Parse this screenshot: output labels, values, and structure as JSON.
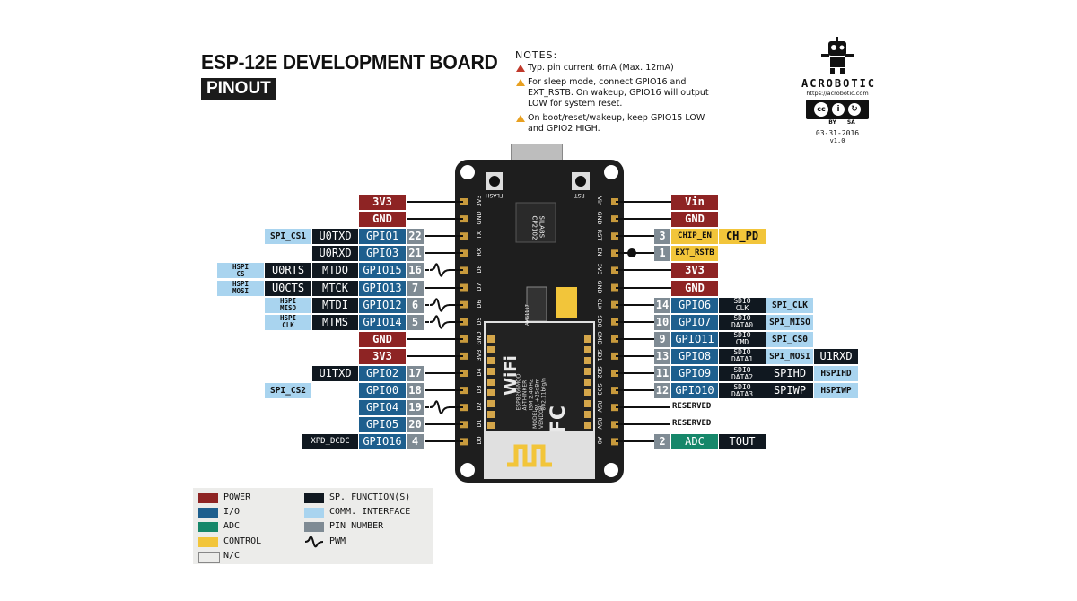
{
  "header": {
    "title": "ESP-12E DEVELOPMENT BOARD",
    "subtitle": "PINOUT"
  },
  "notes": {
    "heading": "NOTES:",
    "items": [
      "Typ. pin current 6mA (Max. 12mA)",
      "For sleep mode, connect GPIO16 and EXT_RSTB. On wakeup, GPIO16 will output LOW for system reset.",
      "On boot/reset/wakeup, keep GPIO15 LOW and GPIO2 HIGH."
    ]
  },
  "brand": {
    "name": "ACROBOTIC",
    "url": "https://acrobotic.com",
    "license": [
      "BY",
      "SA"
    ],
    "date": "03-31-2016",
    "version": "v1.0"
  },
  "board": {
    "usb_chip": [
      "SILABS",
      "CP2102"
    ],
    "buttons": [
      "FLASH",
      "RST"
    ],
    "module_text": [
      "ESP8266MOD",
      "AI-THINKER",
      "ISM 2.4GHz",
      "PA +25dBm",
      "802.11b/g/n"
    ],
    "wifi": "WiFi",
    "fcc": "FC",
    "model_vendor": [
      "MODEL",
      "VENDOR"
    ],
    "regulator": "AMS1117",
    "left_silk": [
      "3V3",
      "GND",
      "TX",
      "RX",
      "D8",
      "D7",
      "D6",
      "D5",
      "GND",
      "3V3",
      "D4",
      "D3",
      "D2",
      "D1",
      "D0"
    ],
    "right_silk": [
      "Vin",
      "GND",
      "RST",
      "EN",
      "3V3",
      "GND",
      "CLK",
      "SD0",
      "CMD",
      "SD1",
      "SD2",
      "SD3",
      "RSV",
      "RSV",
      "A0"
    ]
  },
  "left_rows": [
    {
      "power": "3V3"
    },
    {
      "power": "GND"
    },
    {
      "comm": "SPI_CS1",
      "sp": "U0TXD",
      "io": "GPIO1",
      "pin": "22"
    },
    {
      "sp": "U0RXD",
      "io": "GPIO3",
      "pin": "21"
    },
    {
      "comm2": [
        "HSPI",
        "CS"
      ],
      "sp": "U0RTS",
      "sp_b": "MTDO",
      "io": "GPIO15",
      "pin": "16",
      "pwm": true
    },
    {
      "comm2": [
        "HSPI",
        "MOSI"
      ],
      "sp": "U0CTS",
      "sp_b": "MTCK",
      "io": "GPIO13",
      "pin": "7"
    },
    {
      "comm2": [
        "HSPI",
        "MISO"
      ],
      "sp_b": "MTDI",
      "io": "GPIO12",
      "pin": "6",
      "pwm": true
    },
    {
      "comm2": [
        "HSPI",
        "CLK"
      ],
      "sp_b": "MTMS",
      "io": "GPIO14",
      "pin": "5",
      "pwm": true
    },
    {
      "power": "GND"
    },
    {
      "power": "3V3"
    },
    {
      "sp": "U1TXD",
      "io": "GPIO2",
      "pin": "17"
    },
    {
      "comm": "SPI_CS2",
      "io": "GPIO0",
      "pin": "18"
    },
    {
      "io": "GPIO4",
      "pin": "19",
      "pwm": true
    },
    {
      "io": "GPIO5",
      "pin": "20"
    },
    {
      "sp": "XPD_DCDC",
      "io": "GPIO16",
      "pin": "4"
    }
  ],
  "right_rows": [
    {
      "power": "Vin"
    },
    {
      "power": "GND"
    },
    {
      "pin": "3",
      "ctrl": "CHIP_EN",
      "ctrl2": "CH_PD"
    },
    {
      "pin": "1",
      "ctrl": "EXT_RSTB"
    },
    {
      "power": "3V3"
    },
    {
      "power": "GND"
    },
    {
      "pin": "14",
      "io": "GPIO6",
      "sp2": [
        "SDIO",
        "CLK"
      ],
      "comm": "SPI_CLK"
    },
    {
      "pin": "10",
      "io": "GPIO7",
      "sp2": [
        "SDIO",
        "DATA0"
      ],
      "comm": "SPI_MISO"
    },
    {
      "pin": "9",
      "io": "GPIO11",
      "sp2": [
        "SDIO",
        "CMD"
      ],
      "comm": "SPI_CS0"
    },
    {
      "pin": "13",
      "io": "GPIO8",
      "sp2": [
        "SDIO",
        "DATA1"
      ],
      "comm": "SPI_MOSI",
      "sp3": "U1RXD"
    },
    {
      "pin": "11",
      "io": "GPIO9",
      "sp2": [
        "SDIO",
        "DATA2"
      ],
      "sp": "SPIHD",
      "comm3": "HSPIHD"
    },
    {
      "pin": "12",
      "io": "GPIO10",
      "sp2": [
        "SDIO",
        "DATA3"
      ],
      "sp": "SPIWP",
      "comm3": "HSPIWP"
    },
    {
      "nc": "RESERVED"
    },
    {
      "nc": "RESERVED"
    },
    {
      "pin": "2",
      "adc": "ADC",
      "sp": "TOUT"
    }
  ],
  "legend": [
    {
      "label": "POWER",
      "color": "#8e2424"
    },
    {
      "label": "I/O",
      "color": "#1e5f8e"
    },
    {
      "label": "ADC",
      "color": "#16876a"
    },
    {
      "label": "CONTROL",
      "color": "#f2c53a"
    },
    {
      "label": "N/C",
      "color": "#ececea"
    },
    {
      "label": "SP. FUNCTION(S)",
      "color": "#101820"
    },
    {
      "label": "COMM. INTERFACE",
      "color": "#a9d4ef"
    },
    {
      "label": "PIN NUMBER",
      "color": "#7f8b94"
    },
    {
      "label": "PWM",
      "color": ""
    }
  ]
}
